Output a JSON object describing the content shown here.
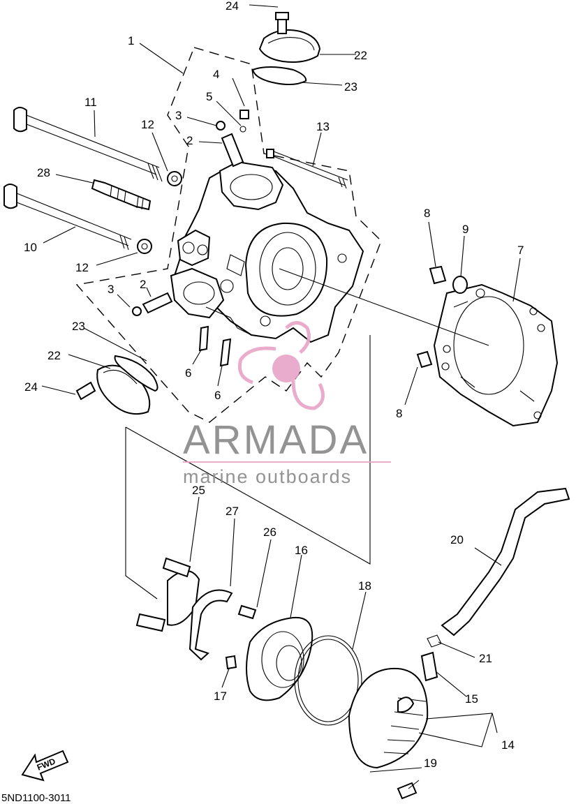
{
  "diagram": {
    "catalog_code": "5ND1100-3011",
    "fwd_label": "FWD",
    "callouts": [
      "1",
      "2",
      "2",
      "3",
      "3",
      "4",
      "5",
      "6",
      "6",
      "7",
      "8",
      "8",
      "9",
      "10",
      "11",
      "12",
      "12",
      "13",
      "14",
      "15",
      "16",
      "17",
      "18",
      "19",
      "20",
      "21",
      "22",
      "22",
      "23",
      "23",
      "24",
      "24",
      "25",
      "26",
      "27",
      "28"
    ]
  },
  "watermark": {
    "name": "ARMADA",
    "tagline": "marine outboards",
    "logo_color": "#e8a6c8",
    "text_color": "#8a8a8a"
  }
}
